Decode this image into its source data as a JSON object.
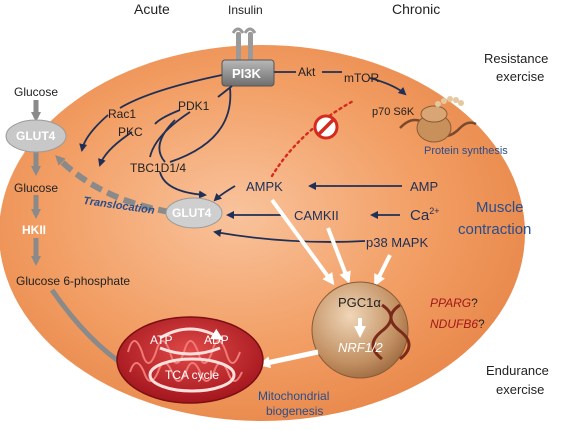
{
  "header": {
    "acute": "Acute",
    "insulin": "Insulin",
    "chronic": "Chronic"
  },
  "left": {
    "glucose_in": "Glucose",
    "glut4": "GLUT4",
    "glucose_out": "Glucose",
    "hkii": "HKII",
    "g6p": "Glucose 6-phosphate"
  },
  "signalling": {
    "pi3k": "PI3K",
    "akt": "Akt",
    "mtor": "mTOR",
    "p70s6k": "p70 S6K",
    "protein_synthesis": "Protein synthesis",
    "rac1": "Rac1",
    "pdk1": "PDK1",
    "pkc": "PKC",
    "tbc1d1": "TBC1D1/4",
    "translocation": "Translocation",
    "glut4_vesicle": "GLUT4",
    "ampk": "AMPK",
    "amp": "AMP",
    "camkii": "CAMKII",
    "ca": "Ca",
    "ca_sup": "2+",
    "p38": "p38 MAPK"
  },
  "nucleus": {
    "pgc1a": "PGC1α",
    "nrf": "NRF1/2",
    "pparg": "PPARG",
    "pparg_q": "?",
    "ndufb6": "NDUFB6",
    "ndufb6_q": "?"
  },
  "mito": {
    "atp": "ATP",
    "adp": "ADP",
    "tca": "TCA cycle",
    "biogenesis_1": "Mitochondrial",
    "biogenesis_2": "biogenesis"
  },
  "right": {
    "resistance_1": "Resistance",
    "resistance_2": "exercise",
    "muscle_1": "Muscle",
    "muscle_2": "contraction",
    "endurance_1": "Endurance",
    "endurance_2": "exercise"
  },
  "colors": {
    "cell": "#f09a5e",
    "arrow_dark": "#1f2f55",
    "arrow_gray": "#8a8a8a",
    "glut4_fill": "#c8c8c8",
    "mito": "#c8262c",
    "nucleus": "#b8865a",
    "inhibit": "#d52b1e"
  }
}
